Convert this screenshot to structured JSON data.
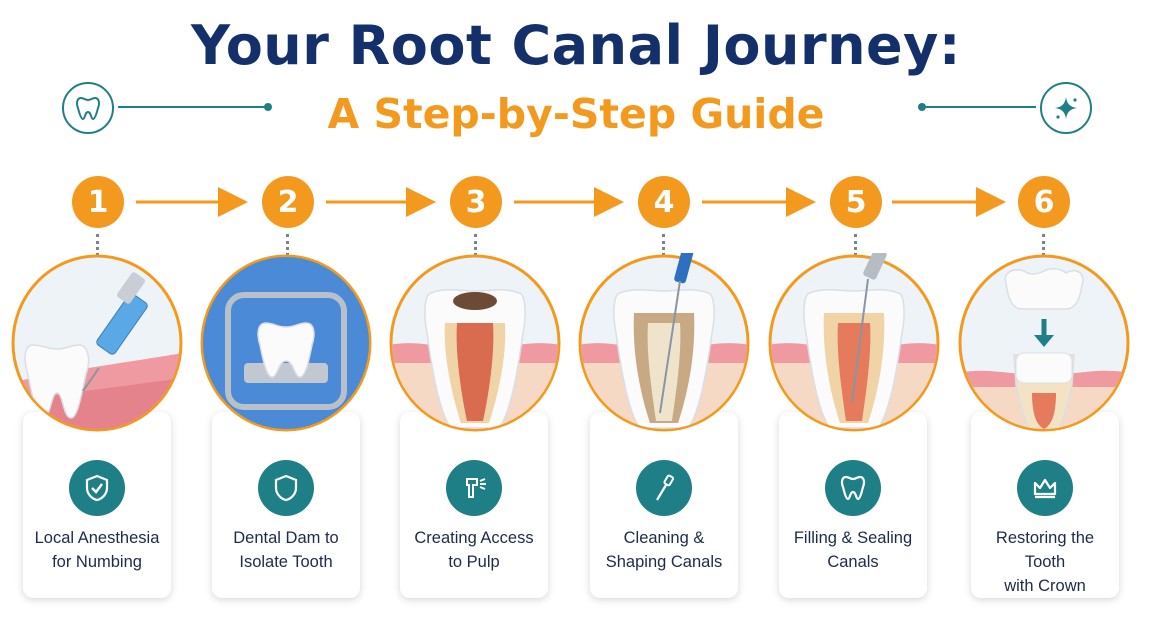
{
  "header": {
    "title": "Your Root Canal Journey:",
    "subtitle": "A Step-by-Step Guide",
    "left_icon": "tooth-icon",
    "right_icon": "sparkle-icon"
  },
  "colors": {
    "navy": "#13306b",
    "orange": "#f39a1e",
    "teal": "#1f7f86",
    "gum": "#ef9aa0",
    "tooth": "#ffffff"
  },
  "steps": [
    {
      "number": "1",
      "line1": "Local Anesthesia",
      "line2": "for Numbing",
      "icon": "shield-check-icon"
    },
    {
      "number": "2",
      "line1": "Dental Dam to",
      "line2": "Isolate Tooth",
      "icon": "shield-icon"
    },
    {
      "number": "3",
      "line1": "Creating Access",
      "line2": "to Pulp",
      "icon": "drill-icon"
    },
    {
      "number": "4",
      "line1": "Cleaning &",
      "line2": "Shaping Canals",
      "icon": "file-instrument-icon"
    },
    {
      "number": "5",
      "line1": "Filling & Sealing",
      "line2": "Canals",
      "icon": "tooth-outline-icon"
    },
    {
      "number": "6",
      "line1": "Restoring the Tooth",
      "line2": "with Crown",
      "icon": "crown-icon"
    }
  ]
}
